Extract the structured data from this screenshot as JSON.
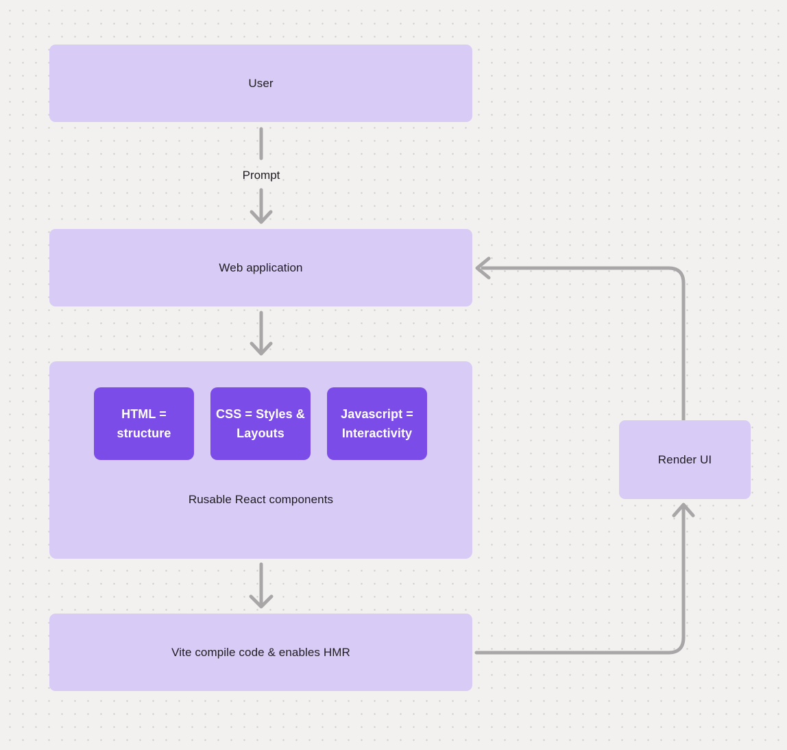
{
  "diagram": {
    "nodes": {
      "user": {
        "label": "User"
      },
      "web_application": {
        "label": "Web application"
      },
      "components_group": {
        "label": "Rusable React components",
        "children": [
          {
            "label": "HTML = structure"
          },
          {
            "label": "CSS = Styles & Layouts"
          },
          {
            "label": "Javascript = Interactivity"
          }
        ]
      },
      "vite": {
        "label": "Vite compile code & enables HMR"
      },
      "render_ui": {
        "label": "Render UI"
      }
    },
    "edges": [
      {
        "from": "user",
        "to": "web_application",
        "label": "Prompt"
      },
      {
        "from": "web_application",
        "to": "components_group",
        "label": ""
      },
      {
        "from": "components_group",
        "to": "vite",
        "label": ""
      },
      {
        "from": "vite",
        "to": "render_ui",
        "label": ""
      },
      {
        "from": "render_ui",
        "to": "web_application",
        "label": ""
      }
    ],
    "colors": {
      "background": "#f2f1f0",
      "dot_grid": "#cdcaca",
      "node_fill": "#d8cbf6",
      "accent_fill": "#7c4ce9",
      "arrow": "#a8a6a6",
      "text_dark": "#1e1c21",
      "text_light": "#ffffff"
    }
  }
}
